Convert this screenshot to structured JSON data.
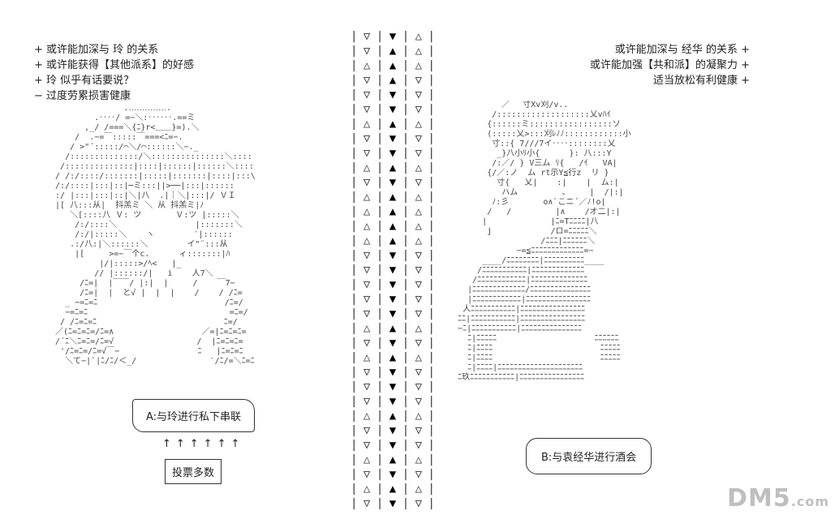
{
  "left_notes": [
    "+ 或许能加深与 玲 的关系",
    "+ 或许能获得【其他派系】的好感",
    "+ 玲 似乎有话要说？",
    "− 过度劳累损害健康"
  ],
  "right_notes": [
    "或许能加深与 经华 的关系 +",
    "或许能加强【共和派】的凝聚力 +",
    "适当放松有利健康 +"
  ],
  "divider": {
    "left_glyphs": [
      "▽",
      "▽",
      "△",
      "▽",
      "▽",
      "▽",
      "△",
      "▽",
      "▽",
      "△",
      "▽",
      "△",
      "△",
      "△",
      "△",
      "▽",
      "▽",
      "▽",
      "▽",
      "▽",
      "△",
      "▽",
      "△",
      "▽",
      "▽",
      "▽",
      "△",
      "▽",
      "▽",
      "△",
      "▽",
      "△",
      "▽"
    ],
    "mid_glyphs": [
      "▼",
      "▲",
      "▲",
      "▲",
      "▼",
      "▼",
      "▲",
      "▼",
      "▼",
      "▲",
      "▼",
      "▲",
      "▲",
      "▲",
      "▲",
      "▼",
      "▼",
      "▼",
      "▼",
      "▼",
      "▲",
      "▼",
      "▲",
      "▼",
      "▼",
      "▼",
      "▲",
      "▼",
      "▼",
      "▲",
      "▼",
      "▲",
      "▼"
    ],
    "right_glyphs": [
      "△",
      "△",
      "△",
      "▽",
      "▽",
      "▽",
      "△",
      "▽",
      "▽",
      "△",
      "▽",
      "△",
      "△",
      "△",
      "△",
      "▽",
      "▽",
      "▽",
      "▽",
      "▽",
      "△",
      "▽",
      "△",
      "▽",
      "▽",
      "▽",
      "△",
      "▽",
      "▽",
      "△",
      "▽",
      "△",
      "▽"
    ]
  },
  "choices": {
    "a_label": "A:与玲进行私下串联",
    "b_label": "B:与袁经华进行酒会",
    "arrows": "↑↑↑↑↑↑",
    "vote_label": "投票多数"
  },
  "watermark": {
    "text": "DM5",
    "suffix": ".com"
  }
}
